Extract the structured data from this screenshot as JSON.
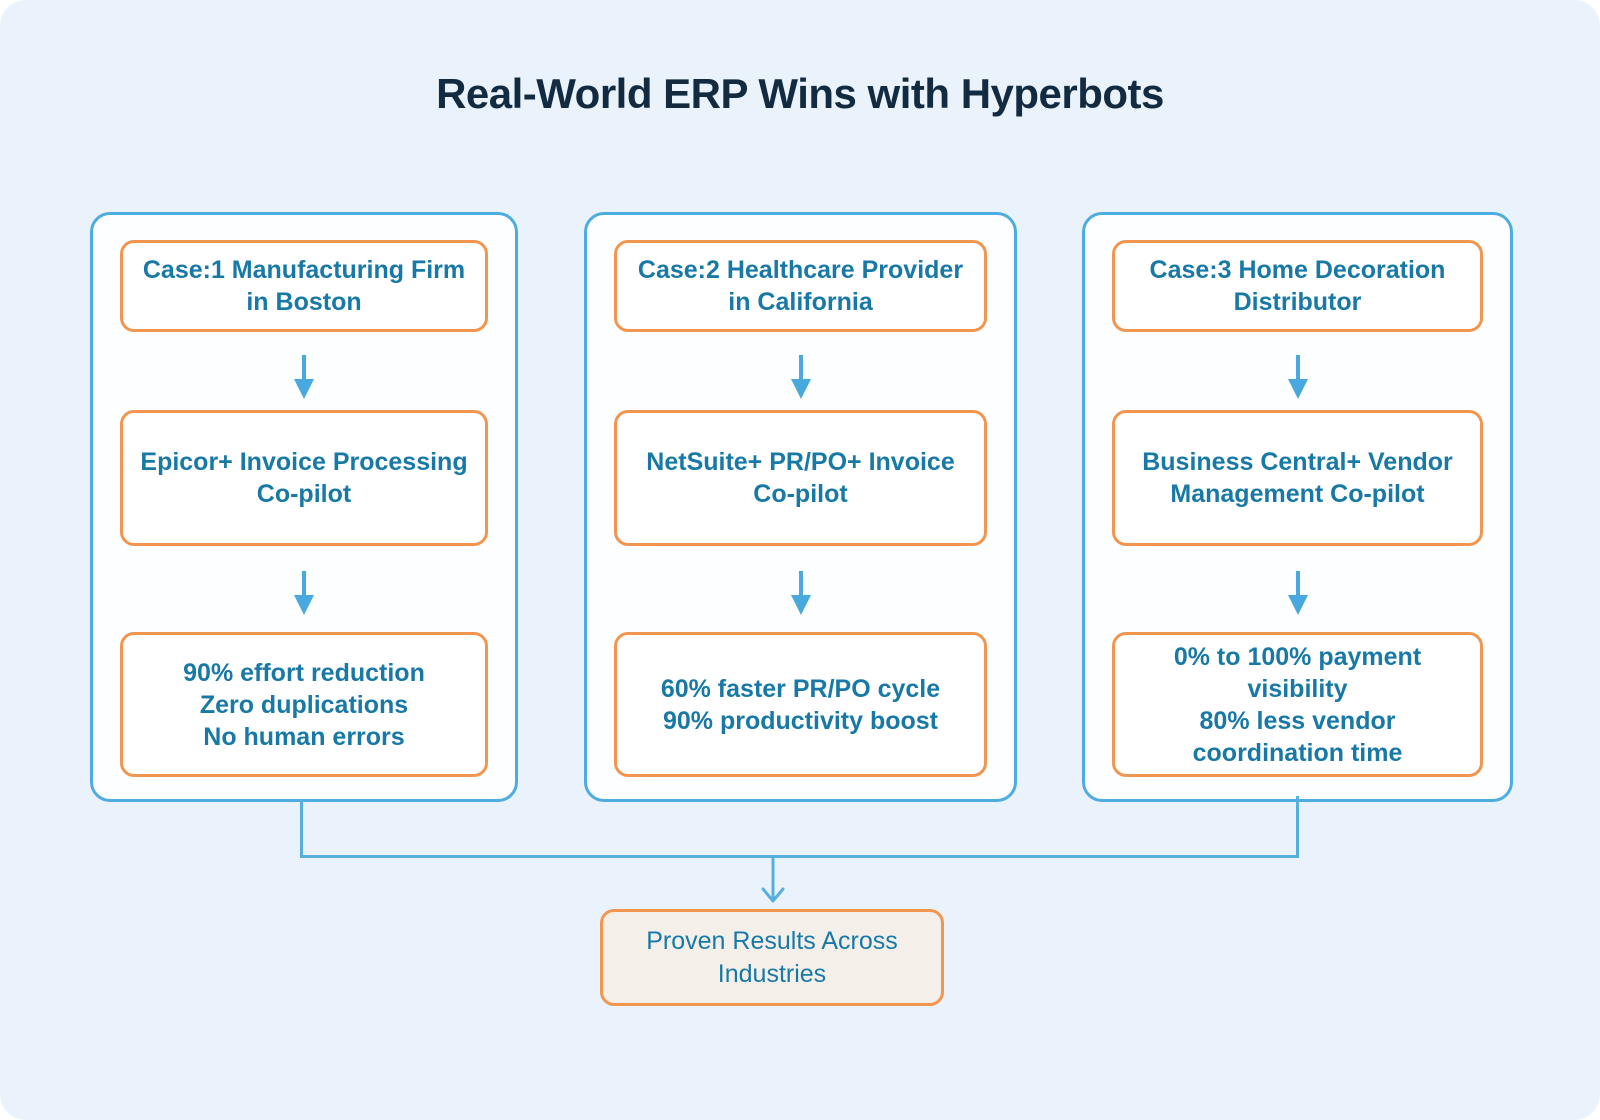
{
  "title": "Real-World ERP Wins with Hyperbots",
  "colors": {
    "background": "#eaf3fb",
    "title_text": "#132b40",
    "container_border": "#4dace0",
    "box_border": "#f2954e",
    "box_text": "#1879a6",
    "arrow": "#47a9dd",
    "connector": "#55b0e0",
    "result_box_bg": "#f4efe9"
  },
  "columns": [
    {
      "case_title": "Case:1 Manufacturing Firm in Boston",
      "solution": "Epicor+ Invoice Processing Co-pilot",
      "results": [
        "90% effort reduction",
        "Zero duplications",
        "No human errors"
      ]
    },
    {
      "case_title": "Case:2 Healthcare Provider in California",
      "solution": "NetSuite+ PR/PO+ Invoice Co-pilot",
      "results": [
        "60% faster PR/PO cycle",
        "90% productivity boost"
      ]
    },
    {
      "case_title": "Case:3 Home Decoration Distributor",
      "solution": "Business Central+ Vendor Management Co-pilot",
      "results": [
        "0% to 100% payment visibility",
        "80% less vendor coordination time"
      ]
    }
  ],
  "conclusion": "Proven Results Across Industries"
}
